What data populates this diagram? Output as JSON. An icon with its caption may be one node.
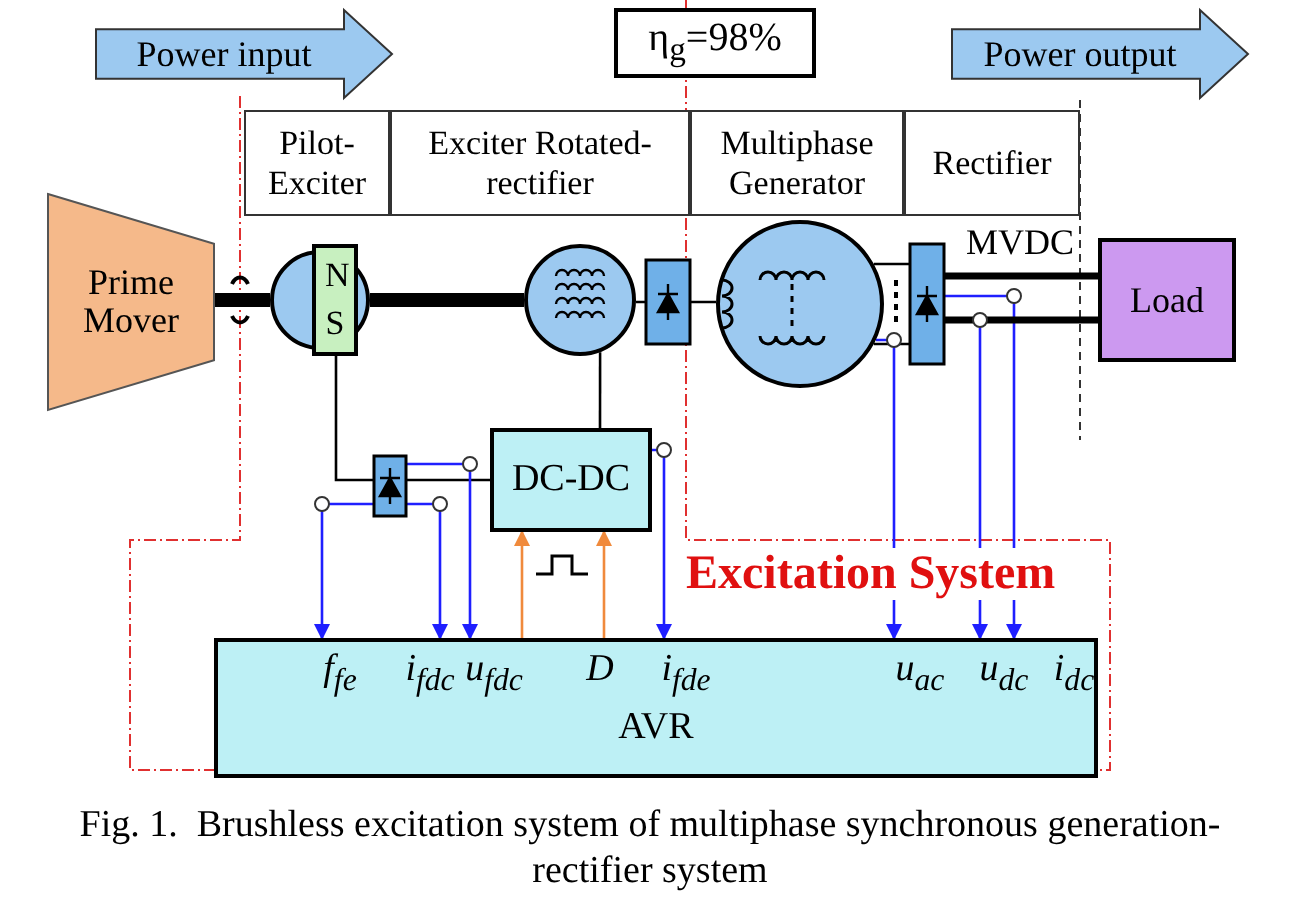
{
  "diagram": {
    "caption": "Fig. 1.  Brushless excitation system of multiphase synchronous generation-rectifier system",
    "nodes": [
      {
        "text": [
          "Power input"
        ]
      },
      {
        "text": [
          "η$_{g}$=98%"
        ]
      },
      {
        "text": [
          "Power output"
        ]
      },
      {
        "text": [
          "Prime Mover"
        ]
      },
      {
        "text": [],
        "shape": "circle"
      },
      {
        "text": [
          "N S"
        ],
        "in": 4
      },
      {
        "text": [],
        "shape": "circle"
      },
      {
        "text": [],
        "shape": "box"
      },
      {
        "text": [],
        "shape": "circle"
      },
      {
        "text": [],
        "shape": "box"
      },
      {
        "text": [
          "Load"
        ]
      },
      {
        "text": [],
        "shape": "box"
      },
      {
        "text": [
          "DC-DC"
        ]
      },
      {
        "text": [
          "f$_{fe}$",
          "i$_{fdc}$",
          "u$_{fdc}$",
          "D",
          "i$_{fde}$",
          "u$_{ac}$",
          "u$_{dc}$",
          "i$_{dc}$",
          "AVR"
        ]
      }
    ],
    "edges": [
      {
        "from": 3,
        "to": 4,
        "arrow": "none",
        "style": "thick"
      },
      {
        "from": 4,
        "to": 6,
        "arrow": "none",
        "style": "thick"
      },
      {
        "from": 6,
        "to": 7,
        "arrow": "none"
      },
      {
        "from": 7,
        "to": 8,
        "arrow": "none"
      },
      {
        "from": 8,
        "to": 9,
        "arrow": "none"
      },
      {
        "from": 9,
        "to": 10,
        "arrow": "none",
        "style": "thick"
      },
      {
        "from": 5,
        "to": 11,
        "arrow": "none"
      },
      {
        "from": 11,
        "to": 12,
        "arrow": "none"
      },
      {
        "from": 12,
        "to": 6,
        "arrow": "none"
      },
      {
        "from": 11,
        "to": 13,
        "arrow": "to",
        "color": "#1f1fff"
      },
      {
        "from": 11,
        "to": 13,
        "arrow": "to",
        "color": "#1f1fff"
      },
      {
        "from": 11,
        "to": 13,
        "arrow": "to",
        "color": "#1f1fff"
      },
      {
        "from": 12,
        "to": 13,
        "arrow": "to",
        "color": "#1f1fff"
      },
      {
        "from": 8,
        "to": 13,
        "arrow": "to",
        "color": "#1f1fff"
      },
      {
        "from": 9,
        "to": 13,
        "arrow": "to",
        "color": "#1f1fff"
      },
      {
        "from": 9,
        "to": 13,
        "arrow": "to",
        "color": "#1f1fff"
      },
      {
        "from": 13,
        "to": 12,
        "arrow": "to",
        "color": "#f08a3c"
      },
      {
        "from": 13,
        "to": 12,
        "arrow": "to",
        "color": "#f08a3c"
      },
      {
        "from": 8,
        "to": 9,
        "arrow": "none"
      },
      {
        "from": 9,
        "to": 10,
        "arrow": "none",
        "style": "thick"
      }
    ],
    "labels": [
      "Pilot- Exciter",
      "Exciter Rotated-rectifier",
      "Multiphase Generator",
      "Rectifier",
      "MVDC",
      "Excitation System"
    ]
  }
}
